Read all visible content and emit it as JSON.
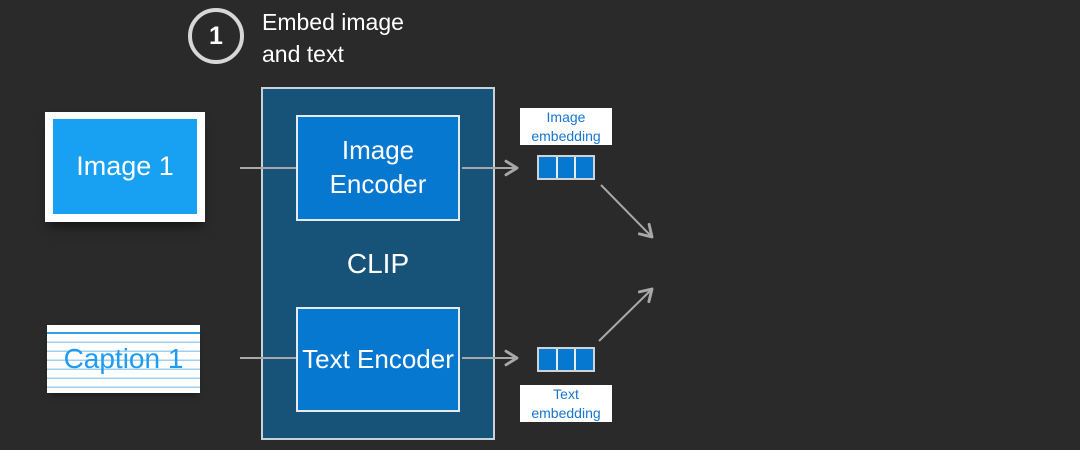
{
  "step": {
    "number": "1",
    "label": "Embed image and text"
  },
  "cards": {
    "image": {
      "label": "Image 1",
      "fill": "#18a0f2"
    },
    "caption": {
      "label": "Caption 1",
      "text_color": "#1e9cf0",
      "line_color": "#9fd0f2"
    }
  },
  "clip": {
    "title": "CLIP",
    "image_encoder_label": "Image Encoder",
    "text_encoder_label": "Text Encoder",
    "container_fill": "#175379",
    "encoder_fill": "#0778d0"
  },
  "embeddings": {
    "image_label": "Image embedding",
    "text_label": "Text embedding",
    "cell_count": 3,
    "cell_fill": "#0778d0",
    "label_text_color": "#1776d2"
  },
  "colors": {
    "background": "#2a2a2a",
    "arrow": "#a8a8a8",
    "text_light": "#ffffff"
  }
}
